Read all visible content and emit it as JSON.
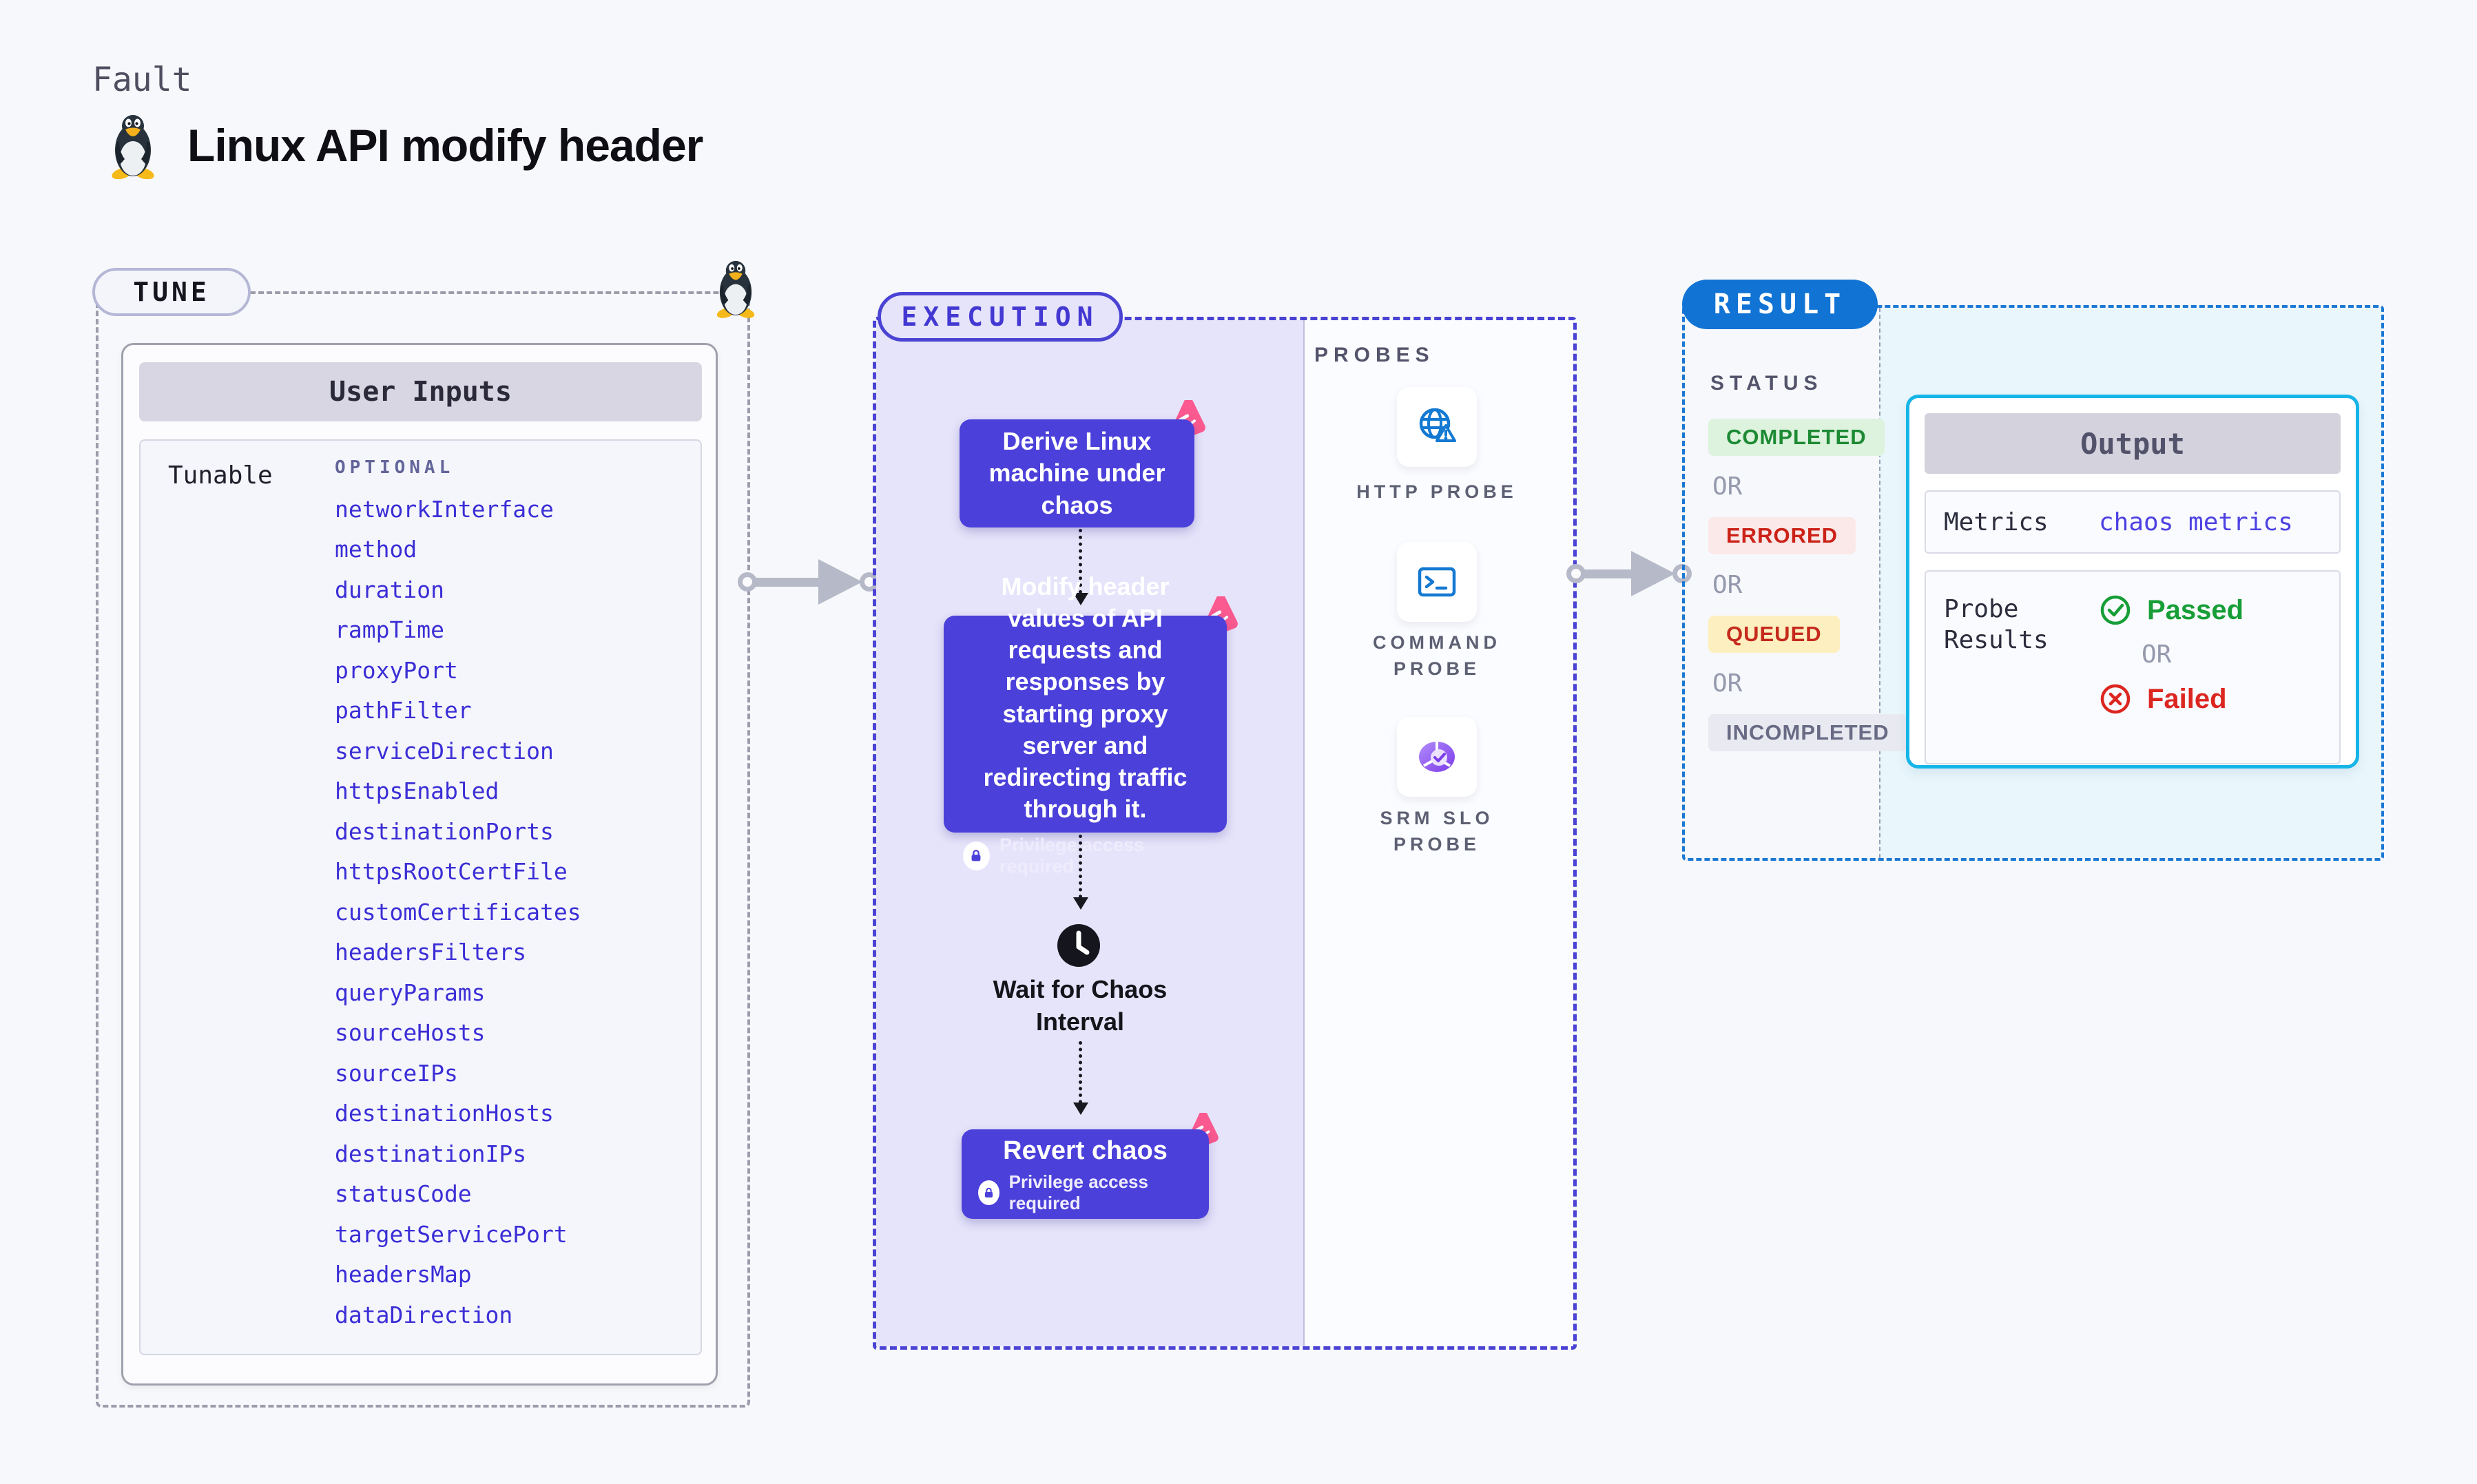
{
  "page": {
    "kicker": "Fault",
    "title": "Linux API modify header"
  },
  "tune": {
    "badge": "TUNE",
    "table": {
      "title": "User Inputs",
      "row_label": "Tunable",
      "column_label": "OPTIONAL",
      "tunables": [
        "networkInterface",
        "method",
        "duration",
        "rampTime",
        "proxyPort",
        "pathFilter",
        "serviceDirection",
        "httpsEnabled",
        "destinationPorts",
        "httpsRootCertFile",
        "customCertificates",
        "headersFilters",
        "queryParams",
        "sourceHosts",
        "sourceIPs",
        "destinationHosts",
        "destinationIPs",
        "statusCode",
        "targetServicePort",
        "headersMap",
        "dataDirection"
      ]
    }
  },
  "execution": {
    "badge": "EXECUTION",
    "privilege_note": "Privilege access required",
    "steps": [
      {
        "label": "Derive Linux machine under chaos"
      },
      {
        "label": "Modify header values of API requests and responses by starting proxy server and redirecting traffic through it."
      },
      {
        "label": "Wait for Chaos Interval"
      },
      {
        "label": "Revert chaos"
      }
    ]
  },
  "probes": {
    "label": "PROBES",
    "items": [
      {
        "name": "HTTP PROBE",
        "icon": "http-globe-alert-icon"
      },
      {
        "name": "COMMAND PROBE",
        "icon": "command-terminal-icon"
      },
      {
        "name": "SRM SLO PROBE",
        "icon": "srm-slo-donut-icon"
      }
    ]
  },
  "result": {
    "badge": "RESULT",
    "status_label": "STATUS",
    "or_label": "OR",
    "statuses": [
      {
        "label": "COMPLETED",
        "fg": "#1d8a34",
        "bg": "#ddf3de"
      },
      {
        "label": "ERRORED",
        "fg": "#cb2218",
        "bg": "#fbe8e8"
      },
      {
        "label": "QUEUED",
        "fg": "#c52a1d",
        "bg": "#fdefbf"
      },
      {
        "label": "INCOMPLETED",
        "fg": "#696b85",
        "bg": "#e9eaf1"
      }
    ],
    "output": {
      "title": "Output",
      "metrics_label": "Metrics",
      "metrics_value": "chaos metrics",
      "probe_results_label": "Probe Results",
      "passed_label": "Passed",
      "failed_label": "Failed"
    }
  },
  "colors": {
    "accent_indigo": "#4a43d4",
    "node_indigo": "#4b40da",
    "result_blue": "#1173d4",
    "cyan_border": "#16b5e8",
    "link_indigo": "#3b2ed6",
    "chaos_pink": "#fa5a8f",
    "passed_green": "#179e37",
    "failed_red": "#dc2620"
  }
}
